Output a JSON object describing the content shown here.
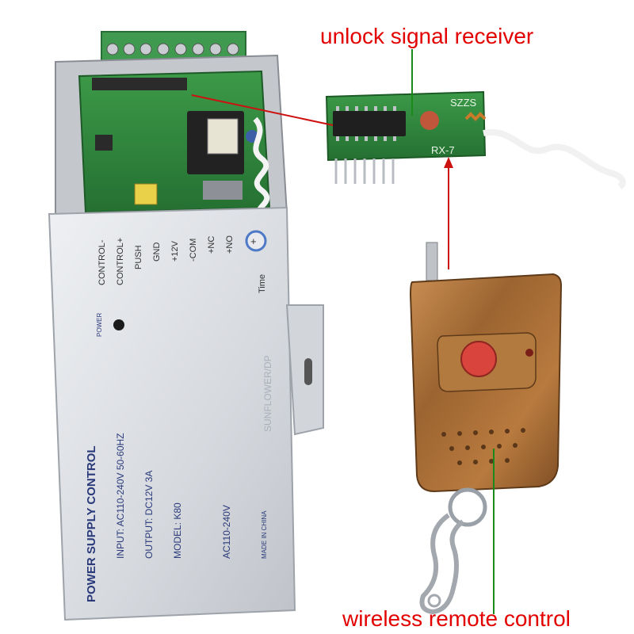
{
  "callouts": {
    "receiver": "unlock signal receiver",
    "remote": "wireless remote control"
  },
  "power_supply": {
    "title": "POWER SUPPLY CONTROL",
    "input": "INPUT: AC110-240V  50-60HZ",
    "output": "OUTPUT: DC12V  3A",
    "model": "MODEL: K80",
    "ac_label": "AC110-240V",
    "made_in": "MADE IN CHINA",
    "brand": "SUNFLOWER/DP",
    "power_label": "POWER",
    "time_label": "Time",
    "terminals": [
      "CONTROL-",
      "CONTROL+",
      "PUSH",
      "GND",
      "+12V",
      "-COM",
      "+NC",
      "+NO"
    ]
  },
  "receiver_board": {
    "marking_1": "SZZS",
    "marking_2": "RX-7"
  },
  "colors": {
    "callout_text": "#e30000",
    "arrow_red": "#cc1111",
    "arrow_green": "#1a8a1a",
    "pcb_green": "#2e8b3a",
    "case_grey": "#d8dbe0",
    "remote_wood": "#a8703a",
    "remote_button": "#d9453c"
  }
}
